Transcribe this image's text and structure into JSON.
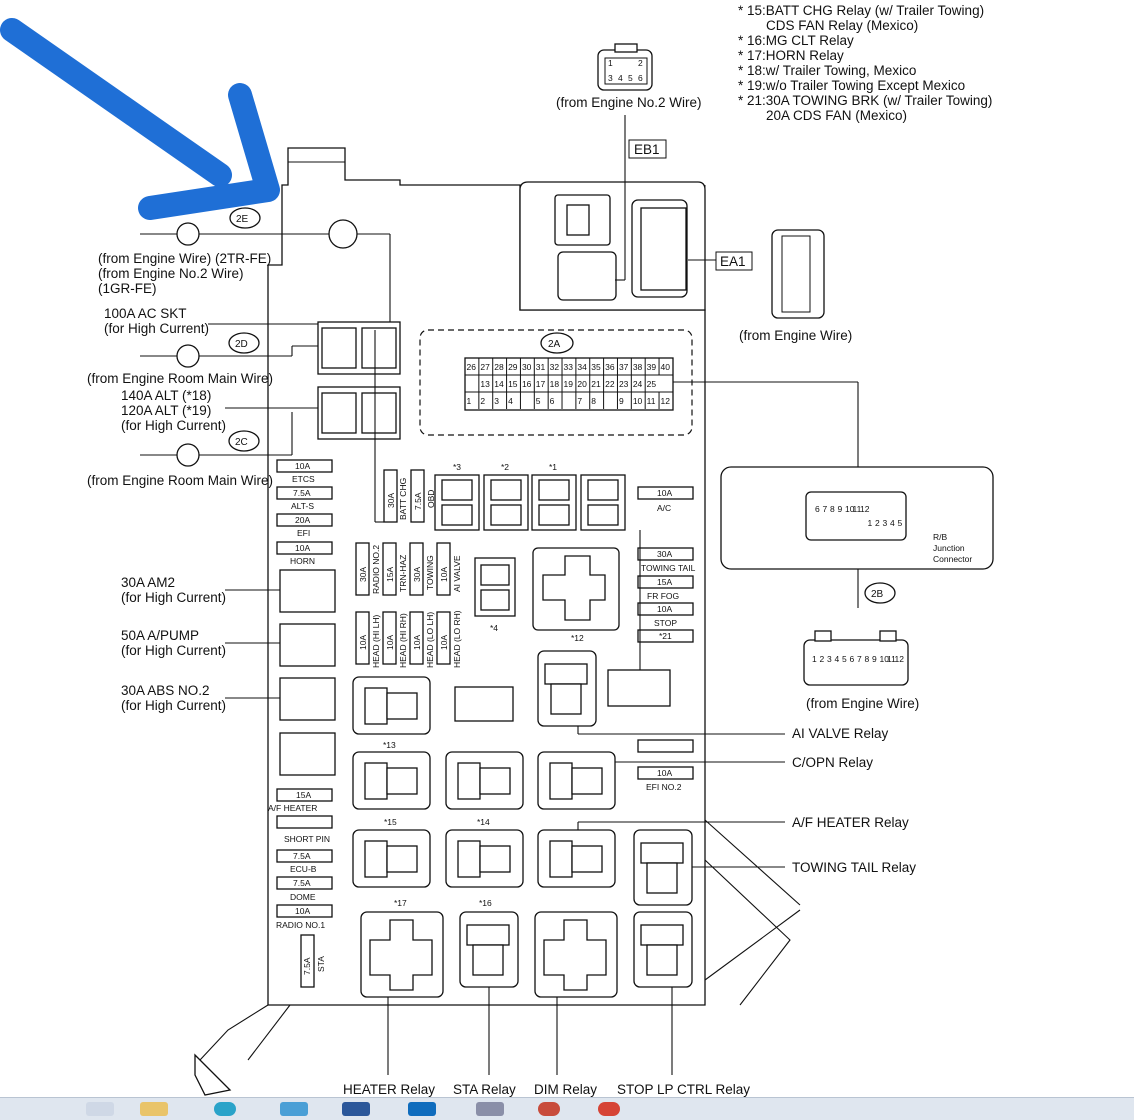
{
  "notes": [
    "* 15:BATT CHG Relay (w/ Trailer Towing)",
    "CDS FAN Relay (Mexico)",
    "* 16:MG CLT Relay",
    "* 17:HORN Relay",
    "* 18:w/ Trailer Towing, Mexico",
    "* 19:w/o Trailer Towing Except Mexico",
    "* 21:30A TOWING BRK (w/ Trailer Towing)",
    "20A CDS FAN (Mexico)"
  ],
  "connectors": {
    "eb1": "EB1",
    "ea1": "EA1",
    "c2a": "2A",
    "c2b": "2B",
    "c2c": "2C",
    "c2d": "2D",
    "c2e": "2E"
  },
  "left_labels": {
    "engine_wire_2e": [
      "(from Engine Wire) (2TR-FE)",
      "(from Engine No.2 Wire)",
      "(1GR-FE)"
    ],
    "ac_skt": [
      "100A AC SKT",
      "(for High Current)"
    ],
    "engine_room_main_2d": "(from Engine Room Main Wire)",
    "alt": [
      "140A ALT (*18)",
      "120A ALT (*19)",
      "(for High Current)"
    ],
    "engine_room_main_2c": "(from Engine Room Main Wire)",
    "am2": [
      "30A AM2",
      "(for High Current)"
    ],
    "a_pump": [
      "50A A/PUMP",
      "(for High Current)"
    ],
    "abs": [
      "30A ABS NO.2",
      "(for High Current)"
    ]
  },
  "top_labels": {
    "engine_no2_wire": "(from Engine No.2 Wire)",
    "engine_wire_ea1": "(from Engine Wire)",
    "engine_wire_2b": "(from Engine Wire)",
    "rb_junction": [
      "R/B",
      "Junction",
      "Connector"
    ]
  },
  "right_labels": {
    "ai_valve": "AI VALVE Relay",
    "c_opn": "C/OPN Relay",
    "af_heater": "A/F HEATER Relay",
    "towing_tail": "TOWING TAIL Relay"
  },
  "bottom_labels": {
    "heater": "HEATER Relay",
    "sta": "STA Relay",
    "dim": "DIM Relay",
    "stop_lp": "STOP LP CTRL Relay"
  },
  "left_fuses": [
    {
      "amp": "10A",
      "name": "ETCS"
    },
    {
      "amp": "7.5A",
      "name": "ALT-S"
    },
    {
      "amp": "20A",
      "name": "EFI"
    },
    {
      "amp": "10A",
      "name": "HORN"
    }
  ],
  "lower_left_fuses": [
    {
      "amp": "15A",
      "name": "A/F HEATER"
    },
    {
      "amp": "",
      "name": "SHORT PIN"
    },
    {
      "amp": "7.5A",
      "name": "ECU-B"
    },
    {
      "amp": "7.5A",
      "name": "DOME"
    },
    {
      "amp": "10A",
      "name": "RADIO NO.1"
    }
  ],
  "vertical_fuses_top": [
    {
      "amp": "30A",
      "name": "BATT CHG"
    },
    {
      "amp": "7.5A",
      "name": "OBD"
    }
  ],
  "vertical_fuses_mid": [
    {
      "amp": "30A",
      "name": "RADIO NO.2"
    },
    {
      "amp": "15A",
      "name": "TRN-HAZ"
    },
    {
      "amp": "30A",
      "name": "TOWING"
    },
    {
      "amp": "10A",
      "name": "AI VALVE"
    }
  ],
  "vertical_fuses_head": [
    {
      "amp": "10A",
      "name": "HEAD (HI LH)"
    },
    {
      "amp": "10A",
      "name": "HEAD (HI RH)"
    },
    {
      "amp": "10A",
      "name": "HEAD (LO LH)"
    },
    {
      "amp": "10A",
      "name": "HEAD (LO RH)"
    }
  ],
  "right_fuses": [
    {
      "amp": "10A",
      "name": "A/C"
    },
    {
      "amp": "30A",
      "name": "TOWING TAIL"
    },
    {
      "amp": "15A",
      "name": "FR FOG"
    },
    {
      "amp": "10A",
      "name": "STOP"
    },
    {
      "amp": "*21",
      "name": ""
    },
    {
      "amp": "10A",
      "name": "EFI NO.2"
    }
  ],
  "sta_fuse": {
    "amp": "7.5A",
    "name": "STA"
  },
  "relay_marks": {
    "r3": "*3",
    "r2": "*2",
    "r1": "*1",
    "r4": "*4",
    "r12": "*12",
    "r13": "*13",
    "r15": "*15",
    "r14": "*14",
    "r17": "*17",
    "r16": "*16"
  },
  "pins": {
    "one": "1",
    "two": "2",
    "three": "3",
    "four": "4",
    "five": "5",
    "six": "6",
    "seven": "7",
    "eight": "8",
    "nine": "9",
    "ten": "10",
    "eleven": "11",
    "twelve": "12"
  },
  "connector_2a_top": [
    "26",
    "27",
    "28",
    "29",
    "30",
    "31",
    "32",
    "33",
    "34",
    "35",
    "36",
    "37",
    "38",
    "39",
    "40"
  ],
  "connector_2a_mid": [
    "",
    "13",
    "14",
    "15",
    "16",
    "17",
    "18",
    "19",
    "20",
    "21",
    "22",
    "23",
    "24",
    "25"
  ],
  "connector_2a_bot": [
    "1",
    "2",
    "3",
    "4",
    "",
    "5",
    "6",
    "",
    "7",
    "8",
    "",
    "9",
    "10",
    "11",
    "12"
  ],
  "connector_2b_top": [
    "6",
    "7",
    "8",
    "9",
    "10",
    "11",
    "12",
    "1",
    "2",
    "3",
    "4",
    "5"
  ],
  "connector_2b_bot": [
    "1",
    "2",
    "3",
    "4",
    "5",
    "6",
    "7",
    "8",
    "9",
    "10",
    "11",
    "12"
  ],
  "colors": {
    "arrow": "#1f6fd6",
    "ink": "#111111",
    "taskbar": "#dfe6ef"
  }
}
